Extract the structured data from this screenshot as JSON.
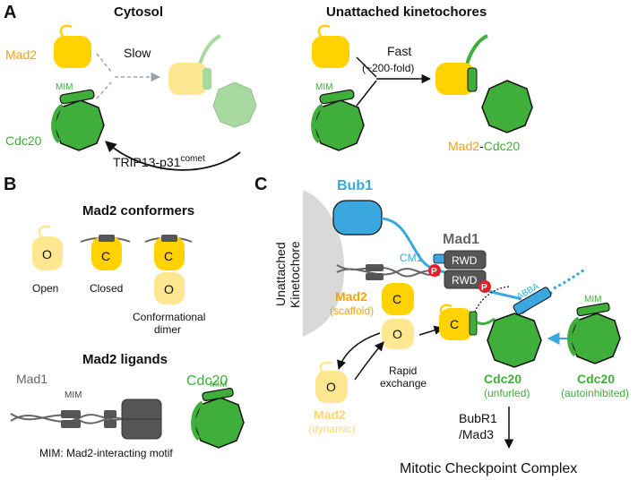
{
  "colors": {
    "mad2": "#ffd200",
    "mad2_light": "#ffe690",
    "mad2_text": "#f5a300",
    "cdc20": "#3fae3a",
    "cdc20_light": "#a8d9a0",
    "bub1": "#3aa8de",
    "mad1": "#555555",
    "phospho": "#e0202a",
    "kinetochore": "#d9d9d9"
  },
  "panelA": {
    "letter": "A",
    "cytosol": {
      "title": "Cytosol",
      "mad2_label": "Mad2",
      "cdc20_label": "Cdc20",
      "mim_label": "MIM",
      "slow_label": "Slow",
      "recycle_label": "TRIP13-p31",
      "recycle_sup": "comet"
    },
    "kinetochores": {
      "title": "Unattached kinetochores",
      "mim_label": "MIM",
      "fast_label": "Fast",
      "fold_label": "(~200-fold)",
      "product_mad2": "Mad2",
      "product_dash": "-",
      "product_cdc20": "Cdc20"
    }
  },
  "panelB": {
    "letter": "B",
    "conformers_title": "Mad2 conformers",
    "open_glyph": "O",
    "closed_glyph": "C",
    "open_label": "Open",
    "closed_label": "Closed",
    "dimer_label_1": "Conformational",
    "dimer_label_2": "dimer",
    "ligands_title": "Mad2 ligands",
    "mad1_label": "Mad1",
    "mim_label": "MIM",
    "cdc20_label": "Cdc20",
    "cdc20_mim": "MIM",
    "mim_footnote": "MIM: Mad2-interacting motif"
  },
  "panelC": {
    "letter": "C",
    "kinetochore_line1": "Unattached",
    "kinetochore_line2": "Kinetochore",
    "bub1_label": "Bub1",
    "mad1_label": "Mad1",
    "cm1_label": "CM1",
    "rwd_label": "RWD",
    "p_label": "P",
    "mad2_scaffold_1": "Mad2",
    "mad2_scaffold_2": "(scaffold)",
    "closed_glyph": "C",
    "open_glyph": "O",
    "abba_label": "ABBA",
    "mim_label": "MIM",
    "rapid_1": "Rapid",
    "rapid_2": "exchange",
    "mad2_dynamic_1": "Mad2",
    "mad2_dynamic_2": "(dynamic)",
    "cdc20_unfurled_1": "Cdc20",
    "cdc20_unfurled_2": "(unfurled)",
    "cdc20_auto_1": "Cdc20",
    "cdc20_auto_2": "(autoinhibited)",
    "bubr1_1": "BubR1",
    "bubr1_2": "/Mad3",
    "mcc_label": "Mitotic Checkpoint Complex"
  }
}
